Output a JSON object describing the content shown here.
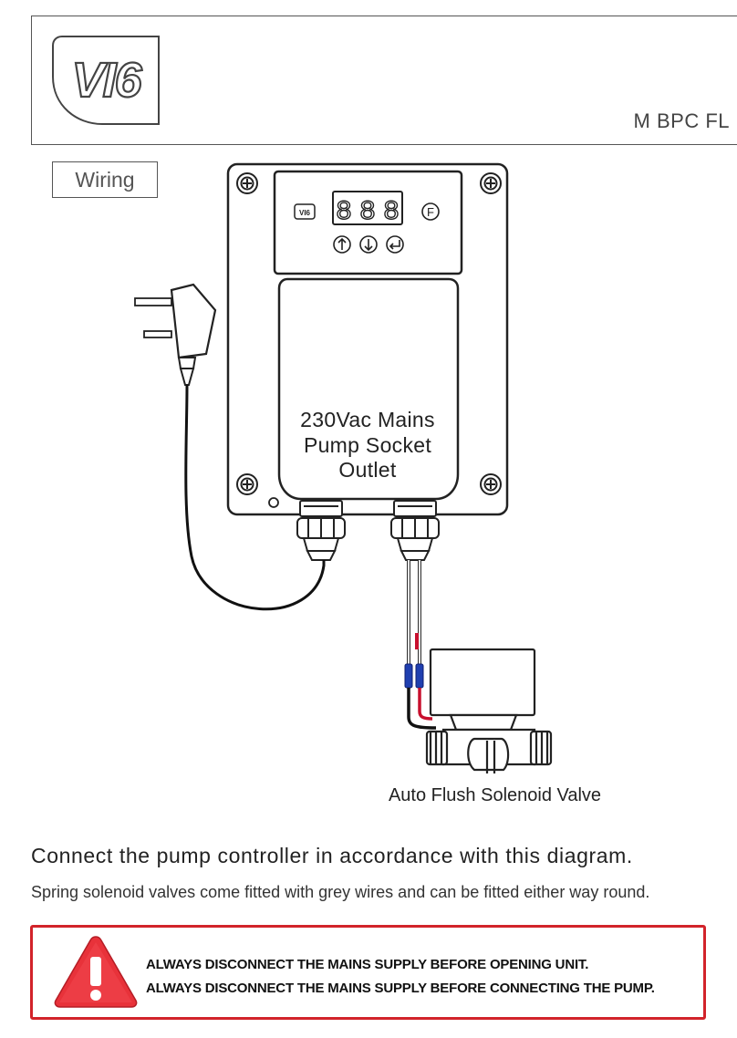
{
  "brand": {
    "logo_text": "VI6"
  },
  "header": {
    "model": "M BPC FL"
  },
  "section": {
    "title": "Wiring"
  },
  "controller": {
    "display_digits": [
      "8",
      "8",
      "8"
    ],
    "function_button": "F"
  },
  "labels": {
    "socket_line1": "230Vac Mains",
    "socket_line2": "Pump Socket",
    "socket_line3": "Outlet",
    "valve": "Auto Flush Solenoid Valve"
  },
  "text": {
    "instruction": "Connect the pump controller in accordance with this diagram.",
    "note": "Spring solenoid valves come fitted with grey wires and can be fitted either way round."
  },
  "warning": {
    "line1": "ALWAYS DISCONNECT THE MAINS SUPPLY BEFORE OPENING UNIT.",
    "line2": "ALWAYS DISCONNECT THE MAINS SUPPLY BEFORE CONNECTING THE PUMP.",
    "color": "#d2232a"
  }
}
